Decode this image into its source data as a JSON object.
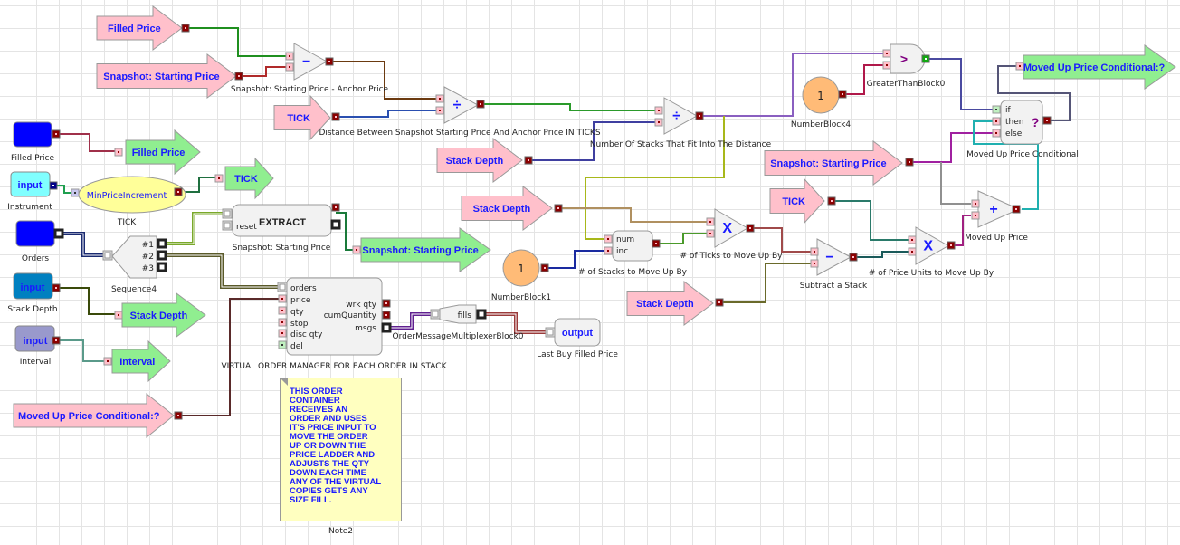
{
  "canvas": {
    "grid": true,
    "grid_color": "#e4e4e4"
  },
  "colors": {
    "pink_block": "#ffc0cb",
    "green_block": "#90ee90",
    "blue_input": "#0000ff",
    "cyan_input": "#80ffff",
    "teal_input": "#0080c0",
    "lavender_input": "#9999cc",
    "number_block": "#ffbb77",
    "minprice_ellipse": "#ffff99",
    "port_red": "#8b0000",
    "text_blue": "#1a1aff"
  },
  "inputs": [
    {
      "id": "in-filled-price",
      "text": "",
      "label": "Filled Price",
      "color": "#0000ff"
    },
    {
      "id": "in-instrument",
      "text": "input",
      "label": "Instrument",
      "color": "#80ffff"
    },
    {
      "id": "in-orders",
      "text": "",
      "label": "Orders",
      "color": "#0000ff"
    },
    {
      "id": "in-stack-depth",
      "text": "input",
      "label": "Stack Depth",
      "color": "#0080c0"
    },
    {
      "id": "in-interval",
      "text": "input",
      "label": "Interval",
      "color": "#9999cc"
    }
  ],
  "send_arrows": [
    {
      "text": "Filled Price"
    },
    {
      "text": "TICK"
    },
    {
      "text": "Stack Depth"
    },
    {
      "text": "Interval"
    },
    {
      "text": "Snapshot: Starting Price"
    },
    {
      "text": "Moved Up Price Conditional:?"
    }
  ],
  "receive_arrows": [
    {
      "text": "Filled Price"
    },
    {
      "text": "Snapshot: Starting Price"
    },
    {
      "text": "TICK"
    },
    {
      "text": "Stack Depth"
    },
    {
      "text": "Stack Depth"
    },
    {
      "text": "Moved Up Price Conditional:?"
    },
    {
      "text": "Snapshot: Starting Price"
    },
    {
      "text": "TICK"
    },
    {
      "text": "Stack Depth"
    }
  ],
  "minprice": {
    "text": "MinPriceIncrement",
    "label": "TICK"
  },
  "sequence": {
    "label": "Sequence4",
    "outputs": [
      "#1",
      "#2",
      "#3"
    ]
  },
  "extract": {
    "text": "EXTRACT",
    "reset": "reset",
    "label": "Snapshot: Starting Price"
  },
  "vom": {
    "label": "VIRTUAL ORDER MANAGER FOR EACH ORDER IN STACK",
    "inputs": [
      "orders",
      "price",
      "qty",
      "stop",
      "disc qty",
      "del"
    ],
    "outputs": [
      "wrk qty",
      "cumQuantity",
      "msgs"
    ]
  },
  "multiplexer": {
    "text": "fills",
    "label": "OrderMessageMultiplexerBlock0"
  },
  "output_block": {
    "text": "output",
    "label": "Last Buy Filled Price"
  },
  "ops": [
    {
      "symbol": "−",
      "label": "Snapshot: Starting Price - Anchor Price"
    },
    {
      "symbol": "÷",
      "label": "Distance Between Snapshot Starting Price And Anchor Price IN TICKS"
    },
    {
      "symbol": "÷",
      "label": "Number Of Stacks That Fit Into The Distance"
    },
    {
      "symbol": "X",
      "label": "# of Ticks to Move Up By"
    },
    {
      "symbol": "−",
      "label": "Subtract a Stack"
    },
    {
      "symbol": "X",
      "label": "# of Price Units to Move Up By"
    },
    {
      "symbol": "+",
      "label": "Moved Up Price"
    }
  ],
  "counter": {
    "inputs": [
      "num",
      "inc"
    ],
    "label": "# of Stacks to Move Up By"
  },
  "number_blocks": [
    {
      "value": "1",
      "label": "NumberBlock1"
    },
    {
      "value": "1",
      "label": "NumberBlock4"
    }
  ],
  "greater_than": {
    "symbol": ">",
    "label": "GreaterThanBlock0"
  },
  "conditional": {
    "inputs": [
      "if",
      "then",
      "else"
    ],
    "symbol": "?",
    "label": "Moved Up Price Conditional"
  },
  "note": {
    "text": "THIS ORDER\nCONTAINER\nRECEIVES AN\nORDER AND USES\nIT'S PRICE INPUT TO\nMOVE THE ORDER\nUP OR DOWN THE\nPRICE LADDER AND\nADJUSTS THE QTY\nDOWN EACH TIME\nANY OF THE VIRTUAL\nCOPIES GETS ANY\nSIZE FILL.",
    "label": "Note2"
  }
}
